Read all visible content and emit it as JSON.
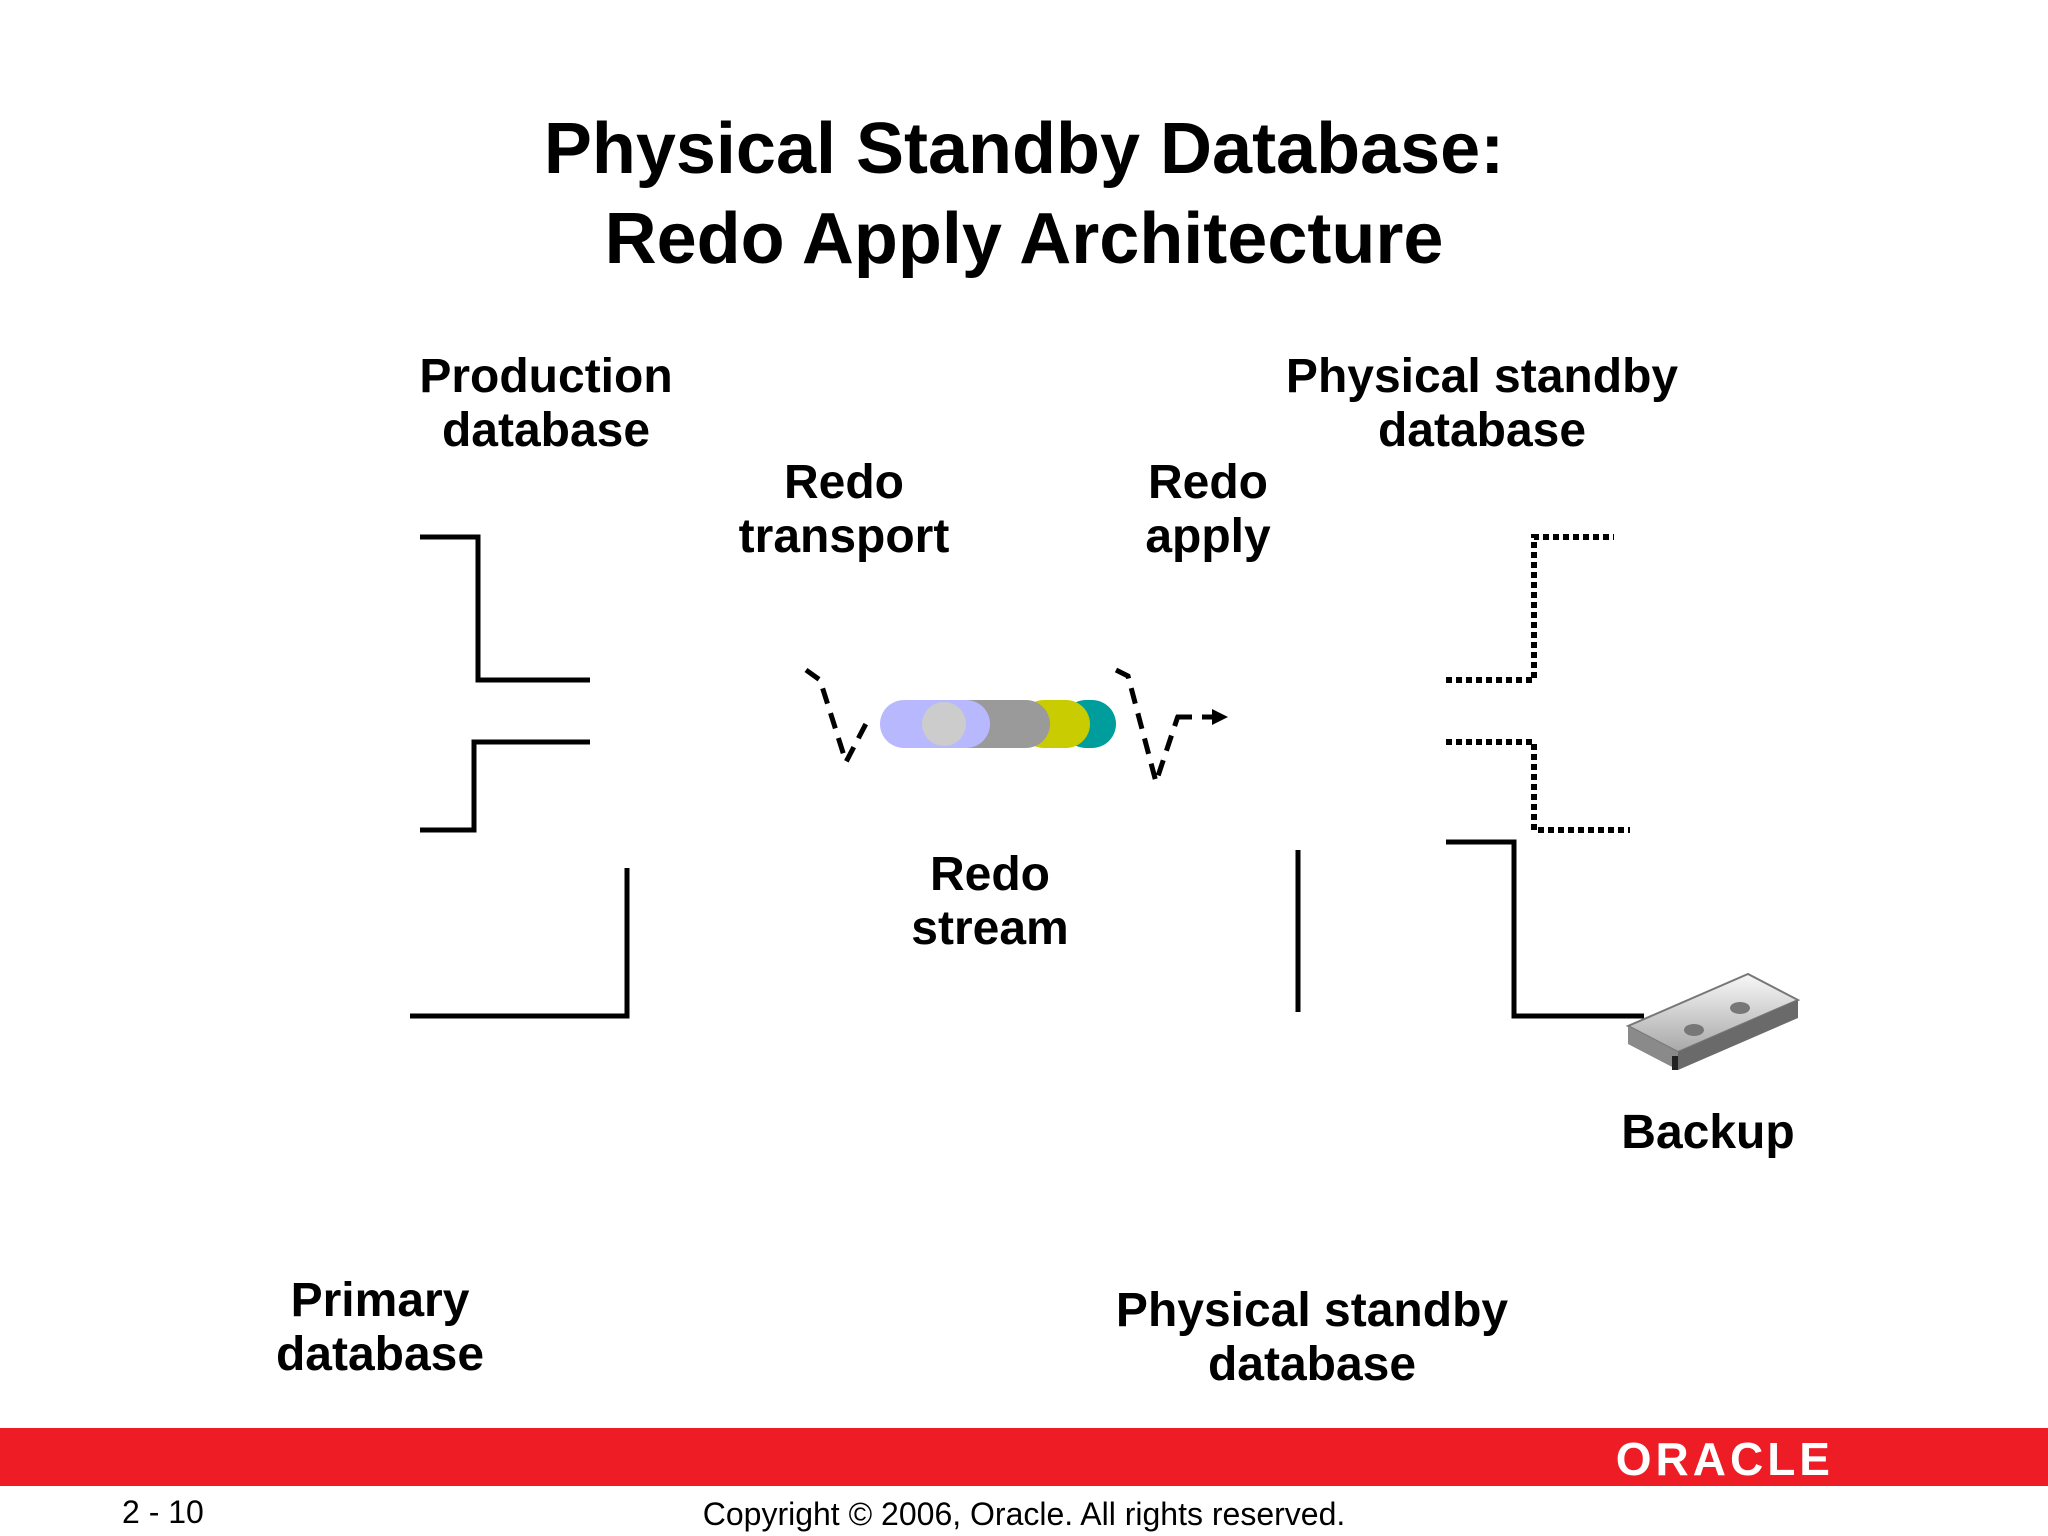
{
  "slide": {
    "title_line1": "Physical Standby Database:",
    "title_line2": "Redo Apply Architecture",
    "slide_number": "2 - 10",
    "copyright": "Copyright © 2006, Oracle. All rights reserved.",
    "logo": "ORACLE"
  },
  "labels": {
    "production_line1": "Production",
    "production_line2": "database",
    "standby_top_line1": "Physical standby",
    "standby_top_line2": "database",
    "redo_transport_line1": "Redo",
    "redo_transport_line2": "transport",
    "redo_apply_line1": "Redo",
    "redo_apply_line2": "apply",
    "redo_stream_line1": "Redo",
    "redo_stream_line2": "stream",
    "primary_line1": "Primary",
    "primary_line2": "database",
    "standby_bottom_line1": "Physical standby",
    "standby_bottom_line2": "database",
    "backup": "Backup"
  },
  "colors": {
    "accent_red": "#ee1c25",
    "stream_colors": [
      "#b8b8ff",
      "#cccccc",
      "#9a9a9a",
      "#c8cc00",
      "#009d9d"
    ]
  }
}
